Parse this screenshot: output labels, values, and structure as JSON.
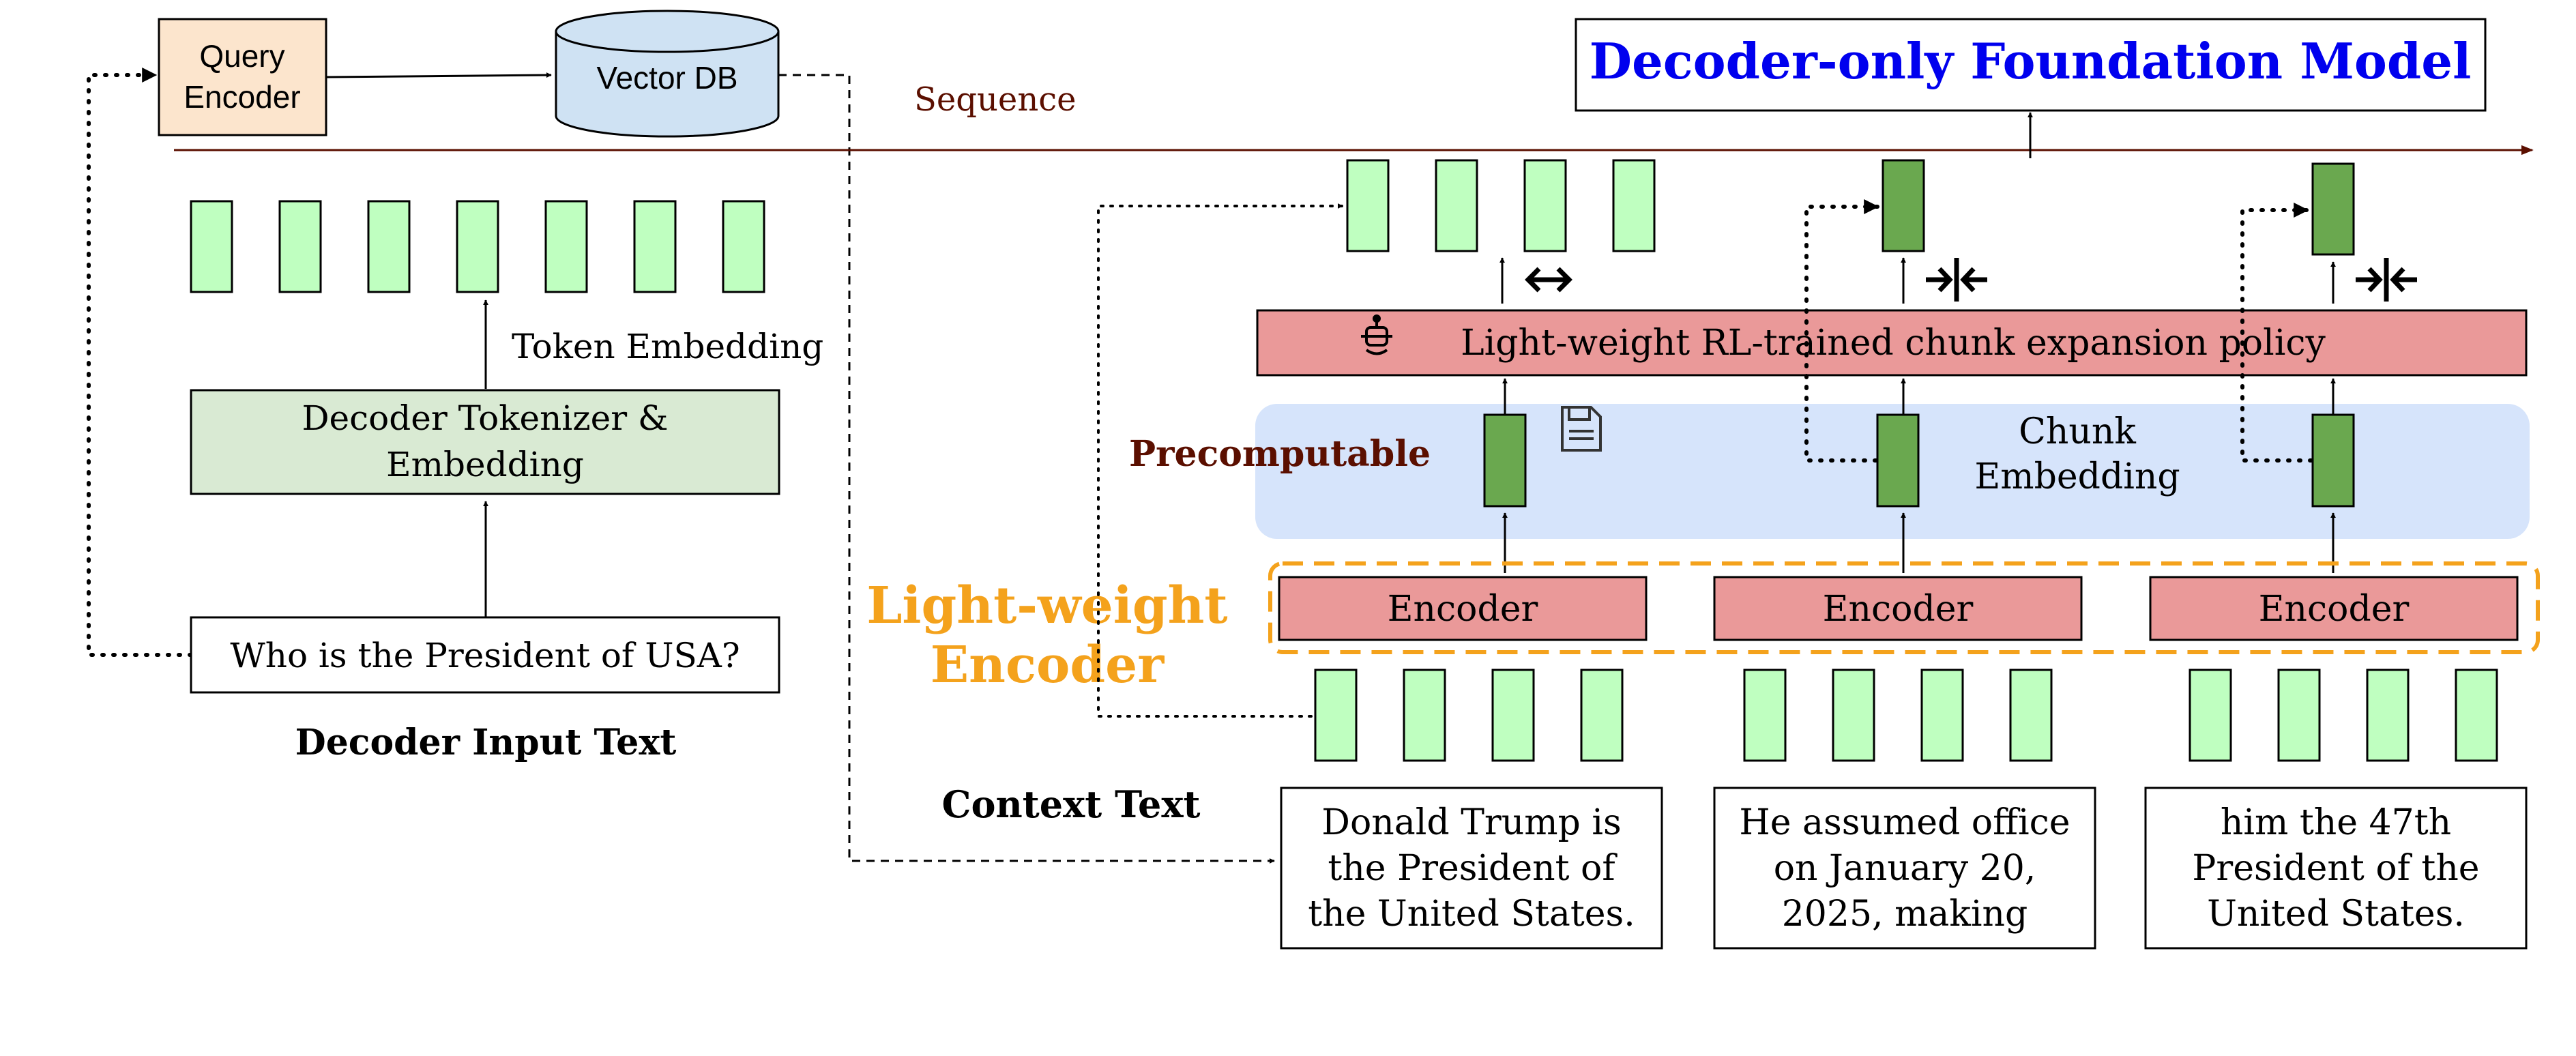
{
  "retrieval": {
    "query_encoder": [
      "Query",
      "Encoder"
    ],
    "vector_db": "Vector DB"
  },
  "sequence_label": "Sequence",
  "model_title": "Decoder-only Foundation Model",
  "decoder_side": {
    "token_embedding_label": "Token Embedding",
    "tokenizer": [
      "Decoder Tokenizer &",
      "Embedding"
    ],
    "input_text": "Who is the President of USA?",
    "caption": "Decoder Input Text"
  },
  "context_side": {
    "policy": "Light-weight RL-trained chunk expansion policy",
    "precomputable": "Precomputable",
    "chunk_embedding": [
      "Chunk",
      "Embedding"
    ],
    "light_weight_encoder": [
      "Light-weight",
      "Encoder"
    ],
    "encoder_label": "Encoder",
    "caption": "Context Text",
    "chunks": [
      [
        "Donald Trump is",
        "the President of",
        "the United States."
      ],
      [
        "He assumed office",
        "on January 20,",
        "2025, making"
      ],
      [
        "him the 47th",
        "President of the",
        "United States."
      ]
    ]
  },
  "colors": {
    "token_fill": "#bfffc0",
    "chunk_embed_fill": "#6aa84f",
    "encoder_fill": "#ea9999",
    "tokenizer_fill": "#d9ead3",
    "query_fill": "#fce5cd",
    "db_fill": "#cfe2f3",
    "precompute_band": "#d6e4fb",
    "title_blue": "#0000ee",
    "accent_orange": "#f4a21c",
    "dark_red": "#5b0f00"
  }
}
